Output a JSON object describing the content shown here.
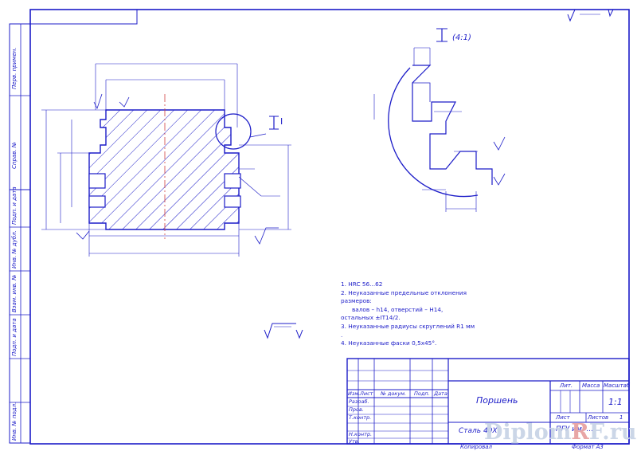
{
  "sheet": {
    "section_label": "I",
    "section_scale": "(4:1)",
    "notes": [
      "1. HRC 56...62",
      "2. Неуказанные предельные отклонения",
      "размеров:",
      "валов – h14, отверстий – H14,",
      "остальных ±IT14/2.",
      "3. Неуказанные радиусы скруглений R1 мм",
      ".",
      "4. Неуказанные фаски 0,5х45°."
    ]
  },
  "side_stamp": {
    "labels": [
      "Перв. примен.",
      "Справ. №",
      "Подп. и дата",
      "Инв. № дубл.",
      "Взам. инв. №",
      "Подп. и дата",
      "Инв. № подл."
    ]
  },
  "title_block": {
    "headers": [
      "Изм.",
      "Лист",
      "№ докум.",
      "Подп.",
      "Дата"
    ],
    "roles": [
      "Разраб.",
      "Пров.",
      "Т.контр.",
      "Н.контр.",
      "Утв."
    ],
    "part_name": "Поршень",
    "material": "Сталь 40Х",
    "lit_header": "Лит.",
    "mass_header": "Масса",
    "scale_header": "Масштаб",
    "scale_value": "1:1",
    "sheet_label": "Лист",
    "sheets_label": "Листов",
    "sheets_value": "1",
    "organization": "ПГУ им. ...",
    "copied": "Копировал",
    "format": "Формат   А3"
  },
  "watermark": {
    "left": "Diplom",
    "mid": "R",
    "right": "F.ru"
  }
}
